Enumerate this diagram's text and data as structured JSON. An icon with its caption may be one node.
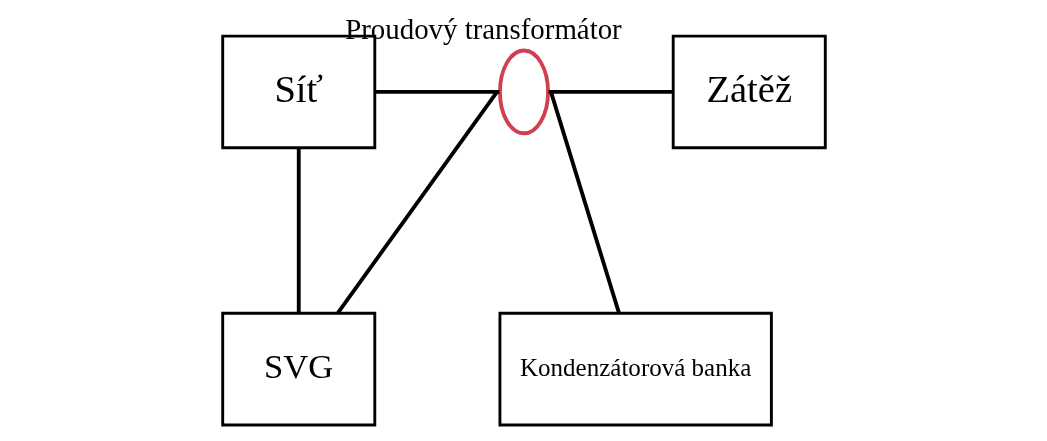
{
  "diagram": {
    "nodes": [
      {
        "text": [
          "Síť"
        ]
      },
      {
        "text": [],
        "shape": "ellipse",
        "beside": [
          "Proudový transformátor"
        ]
      },
      {
        "text": [
          "Zátěž"
        ]
      },
      {
        "text": [
          "SVG"
        ]
      },
      {
        "text": [
          "Kondenzátorová banka"
        ]
      }
    ],
    "edges": [
      {
        "from": 0,
        "to": 1,
        "arrow": "none"
      },
      {
        "from": 1,
        "to": 2,
        "arrow": "none"
      },
      {
        "from": 0,
        "to": 3,
        "arrow": "none"
      },
      {
        "from": 1,
        "to": 3,
        "arrow": "none"
      },
      {
        "from": 1,
        "to": 4,
        "arrow": "none"
      }
    ]
  }
}
